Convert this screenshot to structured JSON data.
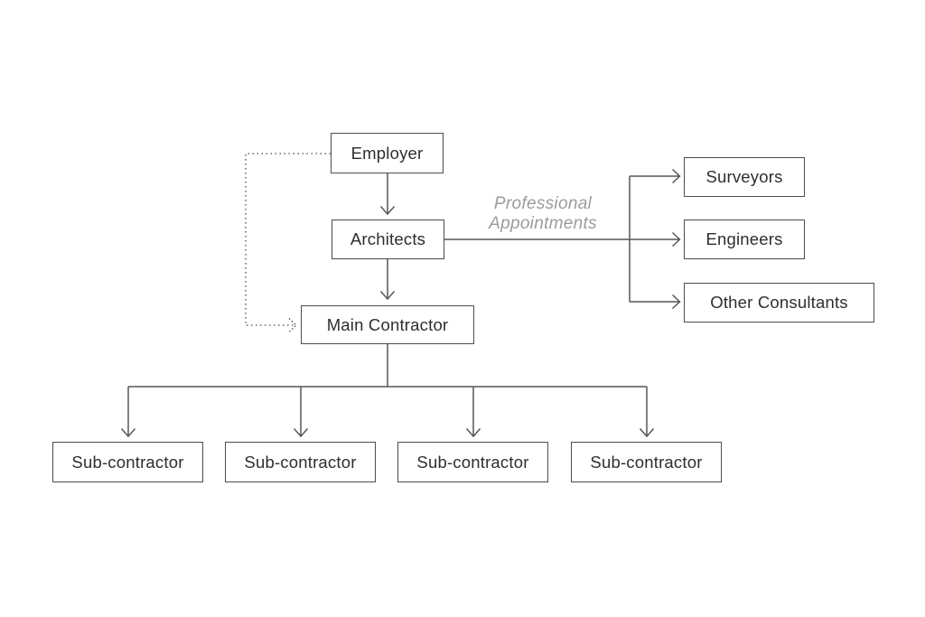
{
  "diagram": {
    "nodes": {
      "employer": {
        "label": "Employer"
      },
      "architects": {
        "label": "Architects"
      },
      "main_contractor": {
        "label": "Main Contractor"
      },
      "surveyors": {
        "label": "Surveyors"
      },
      "engineers": {
        "label": "Engineers"
      },
      "other_consultants": {
        "label": "Other Consultants"
      },
      "sub_contractor_1": {
        "label": "Sub-contractor"
      },
      "sub_contractor_2": {
        "label": "Sub-contractor"
      },
      "sub_contractor_3": {
        "label": "Sub-contractor"
      },
      "sub_contractor_4": {
        "label": "Sub-contractor"
      }
    },
    "edge_label": {
      "line1": "Professional",
      "line2": "Appointments"
    },
    "colors": {
      "background": "#ffffff",
      "box_border": "#4d4d4d",
      "box_text": "#2e2e2e",
      "solid_line": "#575757",
      "dotted_line": "#4a4a4a",
      "edge_label_text": "#9c9c9c"
    }
  }
}
